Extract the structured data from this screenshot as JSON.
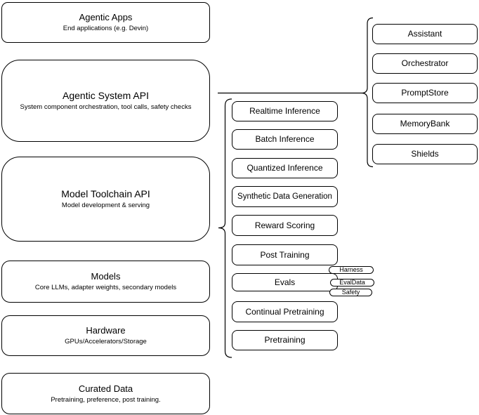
{
  "palette": {
    "background": "#ffffff",
    "shape_fill": "#ffffff",
    "stroke": "#000000",
    "text": "#000000"
  },
  "left_stack": {
    "items": [
      {
        "title": "Agentic Apps",
        "subtitle": "End applications (e.g. Devin)"
      },
      {
        "title": "Agentic System API",
        "subtitle": "System component orchestration, tool calls, safety checks"
      },
      {
        "title": "Model Toolchain API",
        "subtitle": "Model development & serving"
      },
      {
        "title": "Models",
        "subtitle": "Core LLMs, adapter weights, secondary models"
      },
      {
        "title": "Hardware",
        "subtitle": "GPUs/Accelerators/Storage"
      },
      {
        "title": "Curated Data",
        "subtitle": "Pretraining, preference, post training."
      }
    ]
  },
  "toolchain": {
    "items": [
      "Realtime Inference",
      "Batch Inference",
      "Quantized Inference",
      "Synthetic Data Generation",
      "Reward Scoring",
      "Post Training",
      "Evals",
      "Continual Pretraining",
      "Pretraining"
    ]
  },
  "evals_badges": {
    "items": [
      "Harness",
      "EvalData",
      "Safety"
    ]
  },
  "system_components": {
    "items": [
      "Assistant",
      "Orchestrator",
      "PromptStore",
      "MemoryBank",
      "Shields"
    ]
  }
}
